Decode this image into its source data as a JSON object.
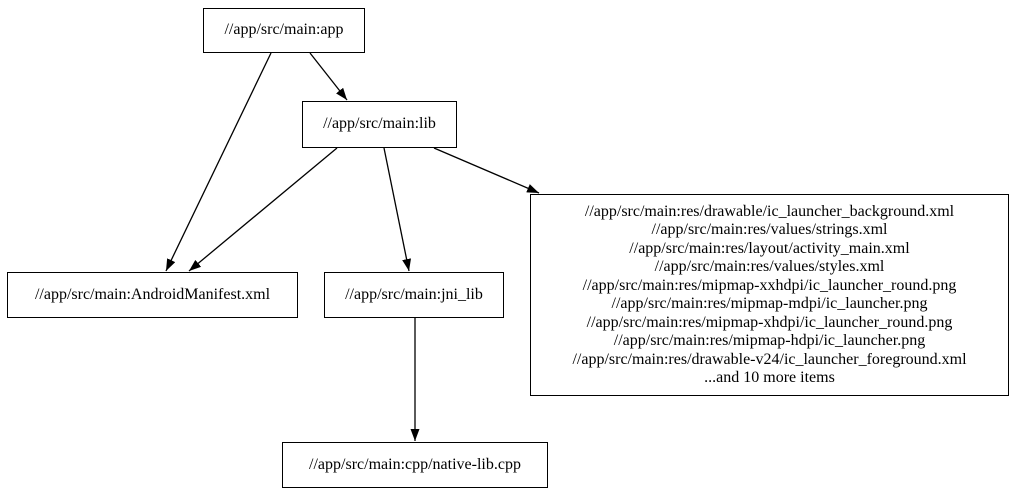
{
  "diagram": {
    "type": "dependency-graph",
    "colors": {
      "background": "#ffffff",
      "node_fill": "#ffffff",
      "node_border": "#000000",
      "edge": "#000000",
      "text": "#000000"
    },
    "nodes": {
      "app": {
        "label": "//app/src/main:app"
      },
      "lib": {
        "label": "//app/src/main:lib"
      },
      "manifest": {
        "label": "//app/src/main:AndroidManifest.xml"
      },
      "jni_lib": {
        "label": "//app/src/main:jni_lib"
      },
      "cpp": {
        "label": "//app/src/main:cpp/native-lib.cpp"
      },
      "res": {
        "lines": [
          "//app/src/main:res/drawable/ic_launcher_background.xml",
          "//app/src/main:res/values/strings.xml",
          "//app/src/main:res/layout/activity_main.xml",
          "//app/src/main:res/values/styles.xml",
          "//app/src/main:res/mipmap-xxhdpi/ic_launcher_round.png",
          "//app/src/main:res/mipmap-mdpi/ic_launcher.png",
          "//app/src/main:res/mipmap-xhdpi/ic_launcher_round.png",
          "//app/src/main:res/mipmap-hdpi/ic_launcher.png",
          "//app/src/main:res/drawable-v24/ic_launcher_foreground.xml",
          "...and 10 more items"
        ]
      }
    },
    "edges": [
      {
        "from": "//app/src/main:app",
        "to": "//app/src/main:lib"
      },
      {
        "from": "//app/src/main:app",
        "to": "//app/src/main:AndroidManifest.xml"
      },
      {
        "from": "//app/src/main:lib",
        "to": "//app/src/main:AndroidManifest.xml"
      },
      {
        "from": "//app/src/main:lib",
        "to": "//app/src/main:jni_lib"
      },
      {
        "from": "//app/src/main:lib",
        "to": "//app/src/main:res (resource file group)"
      },
      {
        "from": "//app/src/main:jni_lib",
        "to": "//app/src/main:cpp/native-lib.cpp"
      }
    ]
  }
}
